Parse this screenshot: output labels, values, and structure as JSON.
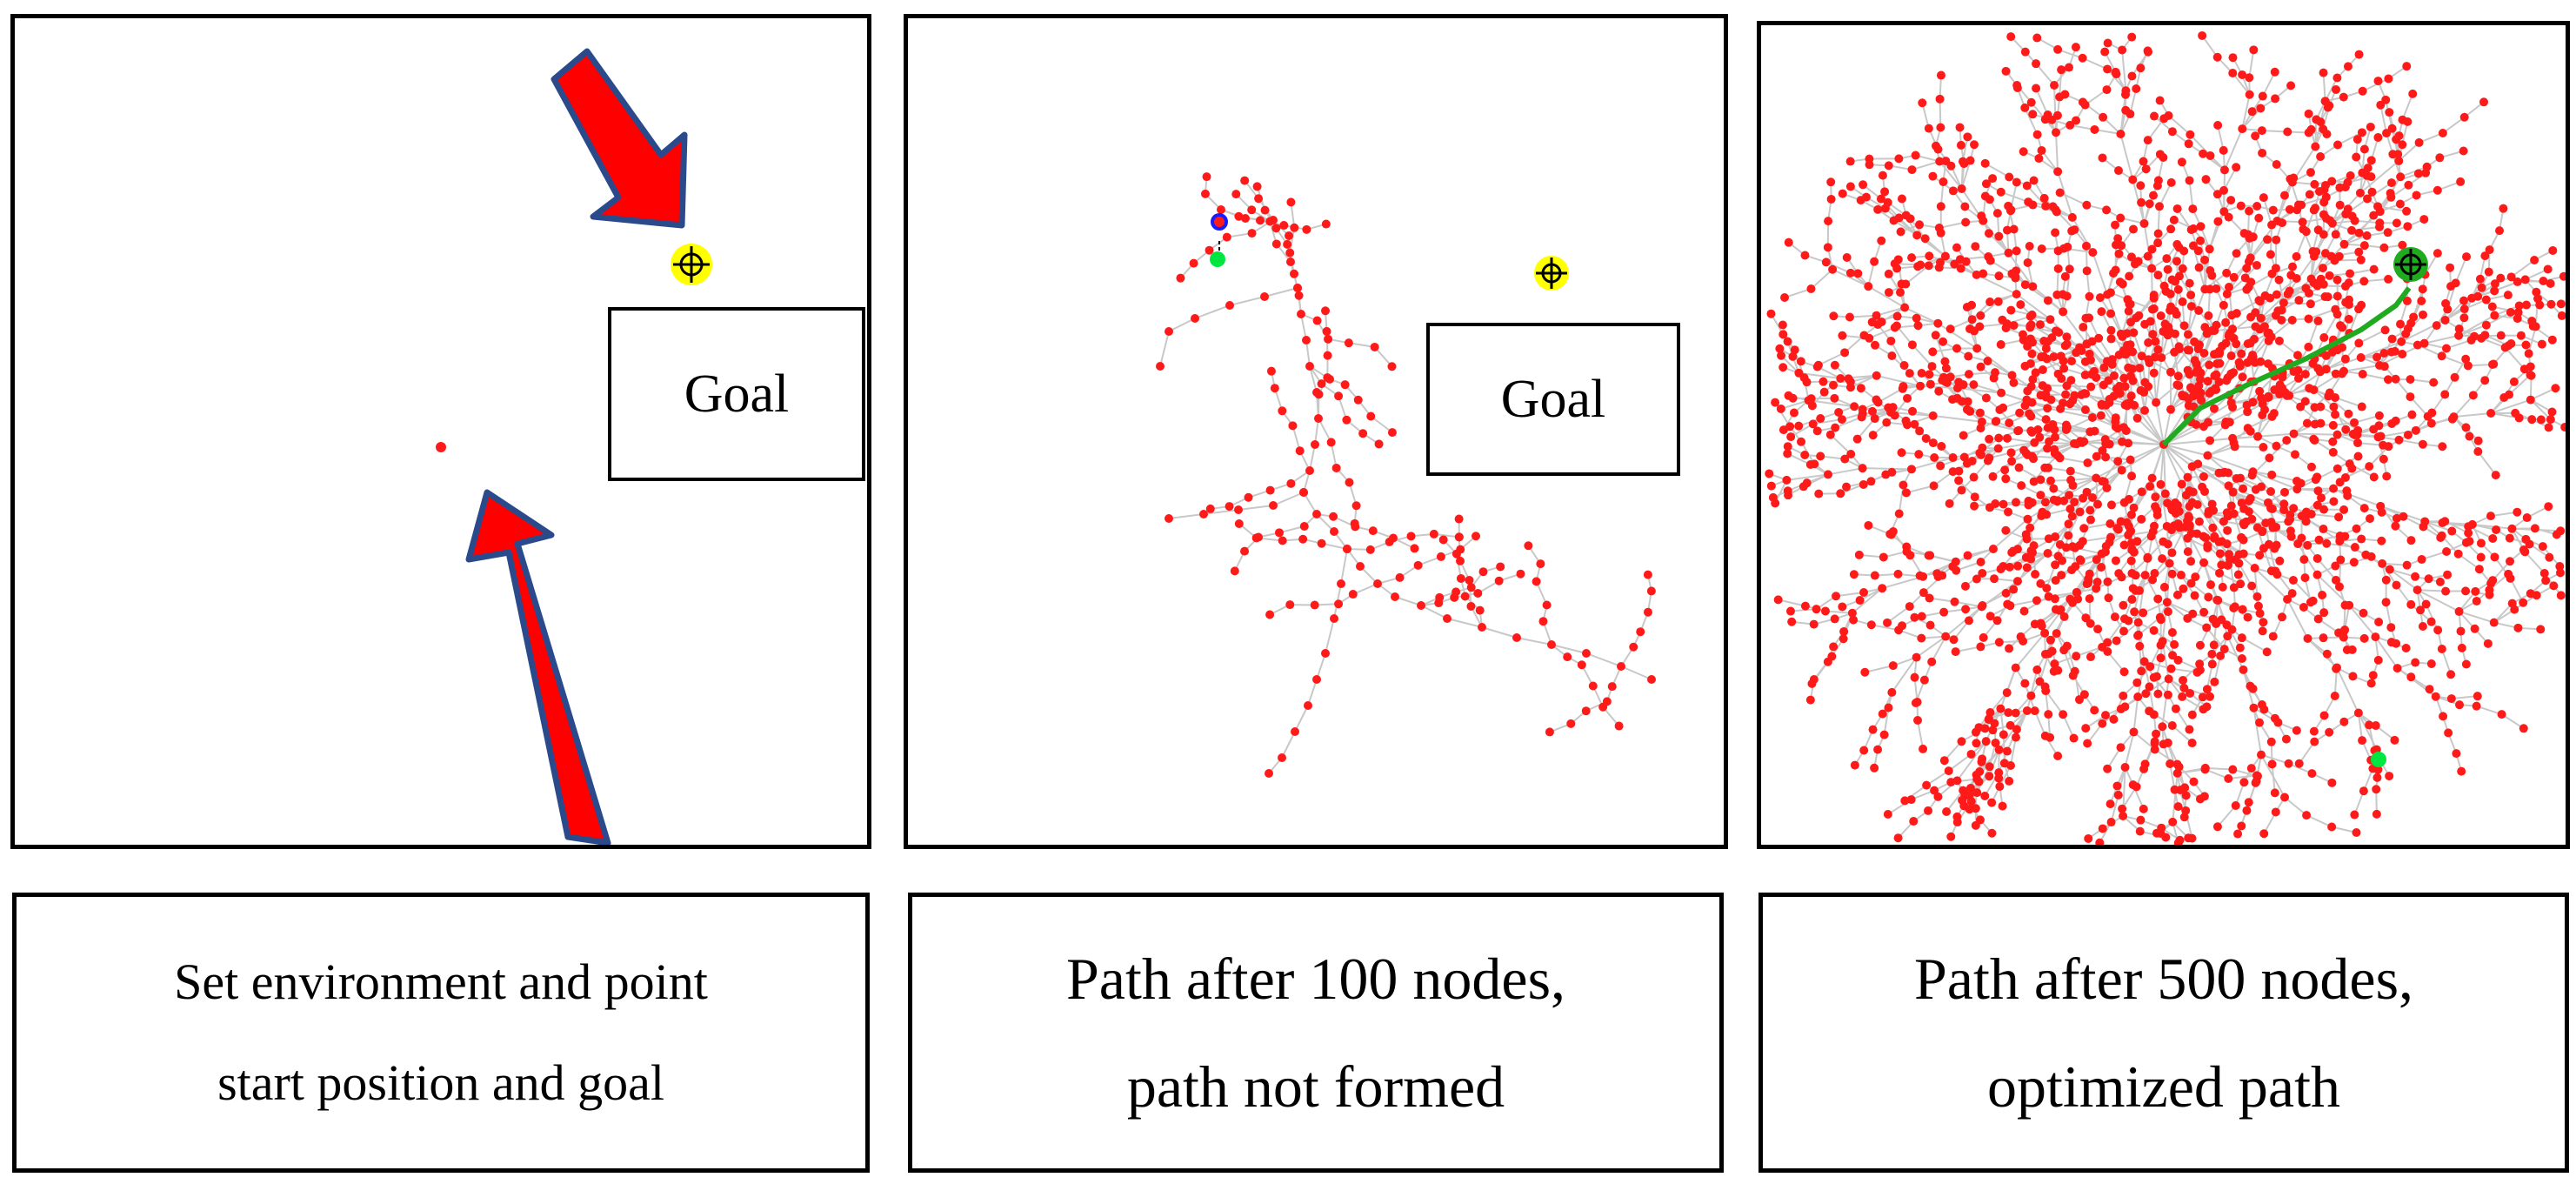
{
  "panels": [
    {
      "goal_label": "Goal"
    },
    {
      "goal_label": "Goal"
    },
    {
      "goal_label": ""
    }
  ],
  "captions": [
    {
      "line1": "Set environment and point",
      "line2": "start position and goal"
    },
    {
      "line1": "Path after 100 nodes,",
      "line2": "path not formed"
    },
    {
      "line1": "Path after 500 nodes,",
      "line2": "optimized path"
    }
  ],
  "colors": {
    "node": "#ff1a1a",
    "edge": "#c8c8c8",
    "goal_marker": "#ffff00",
    "start_marker": "#00e640",
    "path": "#1faa1f",
    "arrow_fill": "#ff0000",
    "arrow_outline": "#2b4a8c"
  }
}
